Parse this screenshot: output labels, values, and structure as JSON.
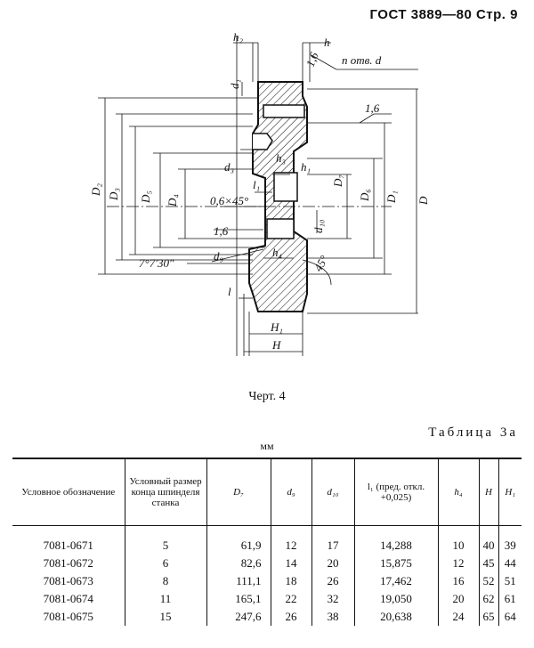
{
  "header": {
    "standard": "ГОСТ 3889—80",
    "page": "Стр. 9"
  },
  "drawing_labels": {
    "h2": "h₂",
    "h": "h",
    "n_otv": "n отв. d",
    "r16a": "1,6",
    "r16b": "1,6",
    "r16c": "1,6",
    "d1": "d₁",
    "d3": "d₃",
    "h3": "h₃",
    "h1": "h₁",
    "l1": "l₁",
    "D2": "D₂",
    "D3": "D₃",
    "D5": "D₅",
    "D4": "D₄",
    "D7": "D₇",
    "D6": "D₆",
    "D1": "D₁",
    "D": "D",
    "chamfer": "0,6×45°",
    "d10": "d₁₀",
    "d9": "d₉",
    "h4": "h₄",
    "angle45": "45°",
    "taper": "7°7′30″",
    "l": "l",
    "H1": "H₁",
    "H": "H"
  },
  "caption": "Черт. 4",
  "table": {
    "title": "Таблица 3а",
    "unit": "мм",
    "headers": [
      "Условное обозначение",
      "Условный размер конца шпинделя станка",
      "D₇",
      "d₉",
      "d₁₀",
      "l₁ (пред. откл. +0,025)",
      "h₄",
      "H",
      "H₁"
    ],
    "rows": [
      [
        "7081-0671",
        "5",
        "61,9",
        "12",
        "17",
        "14,288",
        "10",
        "40",
        "39"
      ],
      [
        "7081-0672",
        "6",
        "82,6",
        "14",
        "20",
        "15,875",
        "12",
        "45",
        "44"
      ],
      [
        "7081-0673",
        "8",
        "111,1",
        "18",
        "26",
        "17,462",
        "16",
        "52",
        "51"
      ],
      [
        "7081-0674",
        "11",
        "165,1",
        "22",
        "32",
        "19,050",
        "20",
        "62",
        "61"
      ],
      [
        "7081-0675",
        "15",
        "247,6",
        "26",
        "38",
        "20,638",
        "24",
        "65",
        "64"
      ]
    ]
  }
}
